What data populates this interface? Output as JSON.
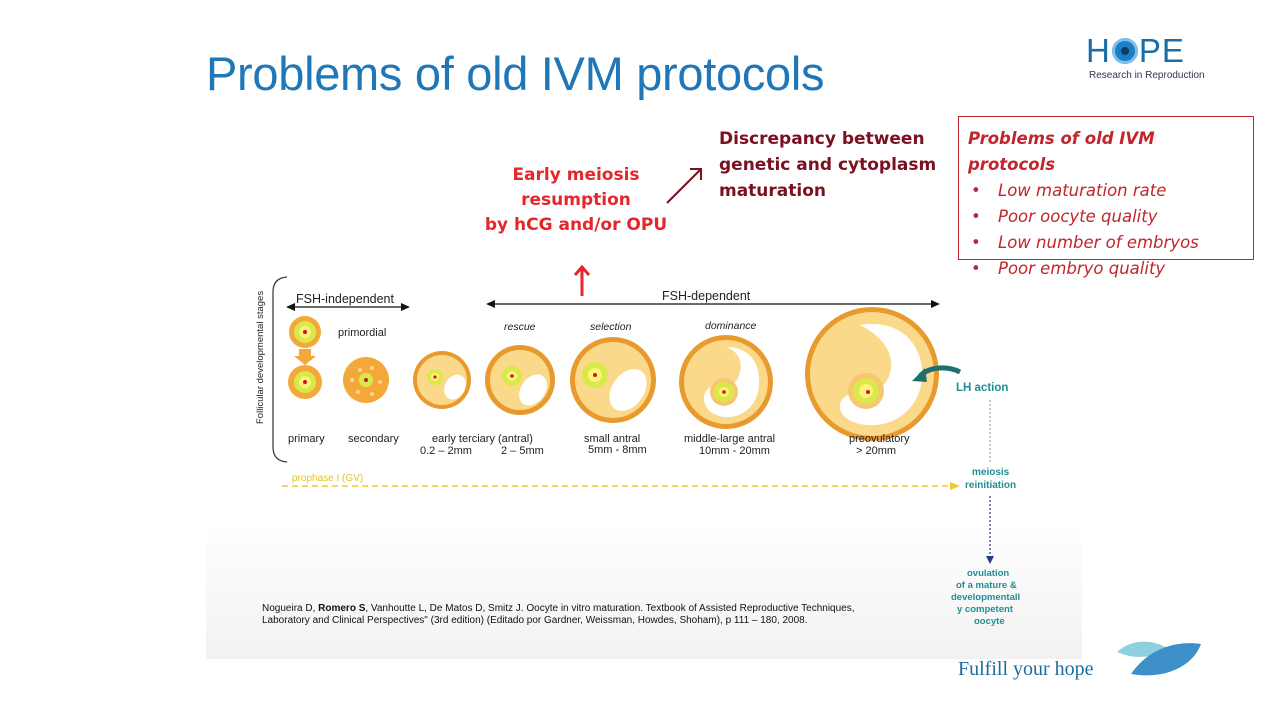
{
  "slide": {
    "title": "Problems of old IVM protocols"
  },
  "logo": {
    "word_h": "H",
    "word_pe": "PE",
    "subtitle": "Research in Reproduction"
  },
  "annotations": {
    "early_lines": [
      "Early meiosis",
      "resumption",
      "by hCG and/or OPU"
    ],
    "discrepancy_lines": [
      "Discrepancy between",
      "genetic and cytoplasm",
      "maturation"
    ]
  },
  "problems_box": {
    "title": "Problems of old IVM protocols",
    "items": [
      "Low maturation rate",
      "Poor oocyte quality",
      "Low number of embryos",
      "Poor embryo quality"
    ]
  },
  "figure": {
    "side_label": "Follicular developmental stages",
    "fsh_independent": "FSH-independent",
    "fsh_dependent": "FSH-dependent",
    "primordial": "primordial",
    "rescue": "rescue",
    "selection": "selection",
    "dominance": "dominance",
    "stages": {
      "primary": "primary",
      "secondary": "secondary",
      "early_tertiary": "early terciary (antral)",
      "size_a": "0.2 – 2mm",
      "size_b": "2 – 5mm",
      "small_antral": "small antral",
      "small_antral_size": "5mm - 8mm",
      "middle_large": "middle-large antral",
      "middle_large_size": "10mm - 20mm",
      "preovulatory": "preovulatory",
      "preovulatory_size": "> 20mm"
    },
    "lh_action": "LH action",
    "prophase": "prophase I (GV)",
    "meiosis_lines": [
      "meiosis",
      "reinitiation"
    ],
    "ovulation_lines": [
      "ovulation",
      "of a mature &",
      "developmentall",
      "y competent",
      "oocyte"
    ]
  },
  "citation": {
    "authors_before": "Nogueira D, ",
    "author_bold": "Romero S",
    "text_after": ", Vanhoutte L, De Matos D, Smitz J. Oocyte in vitro maturation. Textbook of Assisted Reproductive Techniques, Laboratory and Clinical Perspectives\" (3rd edition) (Editado por Gardner, Weissman, Howdes, Shoham), p 111 – 180, 2008."
  },
  "footer": {
    "tagline": "Fulfill your hope"
  },
  "colors": {
    "title_blue": "#1f77b8",
    "red": "#e5262a",
    "dark_red": "#7a1020",
    "box_red": "#c0262c",
    "follicle_orange": "#f4a83a",
    "follicle_cream": "#fbd98a",
    "teal": "#1e8f95"
  }
}
